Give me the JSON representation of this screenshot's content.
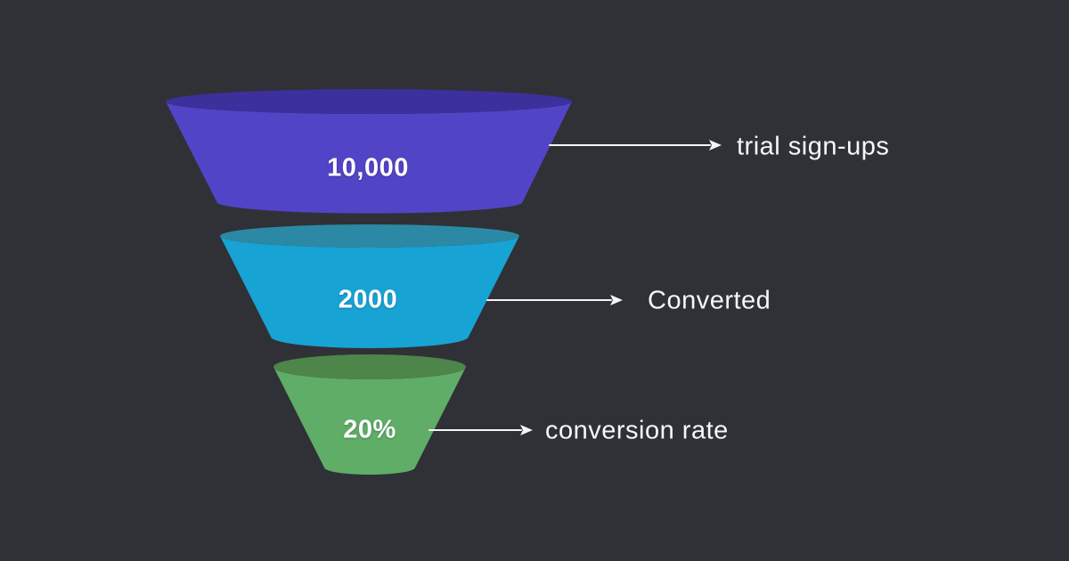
{
  "background_color": "#2F3137",
  "text_color": "#FFFFFF",
  "arrow": {
    "color": "#F5F5F5"
  },
  "funnel": {
    "stages": [
      {
        "value": "10,000",
        "label": "trial sign-ups",
        "body_color": "#5244C6",
        "rim_color": "#3C309C"
      },
      {
        "value": "2000",
        "label": "Converted",
        "body_color": "#18A3D5",
        "rim_color": "#2B89A6"
      },
      {
        "value": "20%",
        "label": "conversion rate",
        "body_color": "#5FAD67",
        "rim_color": "#4E8549"
      }
    ]
  },
  "chart_data": {
    "type": "funnel",
    "title": "",
    "stages": [
      {
        "label": "trial sign-ups",
        "display_value": "10,000",
        "value": 10000
      },
      {
        "label": "Converted",
        "display_value": "2000",
        "value": 2000
      },
      {
        "label": "conversion rate",
        "display_value": "20%",
        "value": "20%"
      }
    ],
    "colors": [
      "#5244C6",
      "#18A3D5",
      "#5FAD67"
    ],
    "orientation": "top-to-bottom",
    "background": "#2F3137"
  }
}
